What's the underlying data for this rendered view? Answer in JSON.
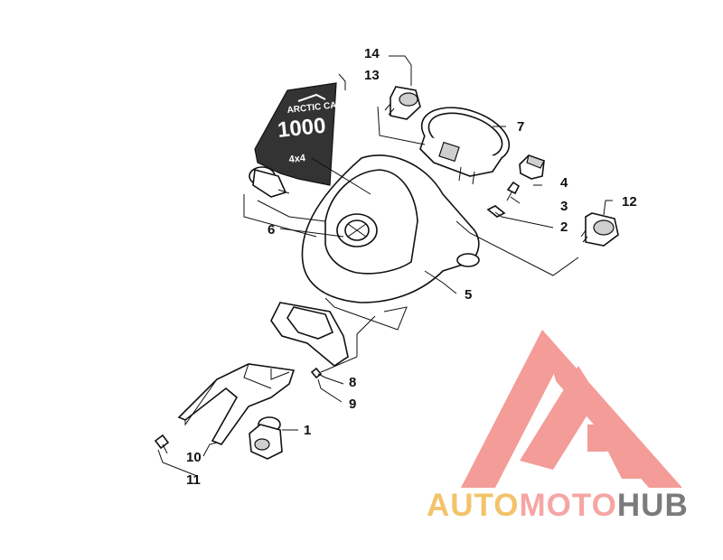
{
  "callouts": [
    {
      "id": "1",
      "label": "1"
    },
    {
      "id": "2",
      "label": "2"
    },
    {
      "id": "3",
      "label": "3"
    },
    {
      "id": "4",
      "label": "4"
    },
    {
      "id": "5",
      "label": "5"
    },
    {
      "id": "6",
      "label": "6"
    },
    {
      "id": "7",
      "label": "7"
    },
    {
      "id": "8",
      "label": "8"
    },
    {
      "id": "9",
      "label": "9"
    },
    {
      "id": "10",
      "label": "10"
    },
    {
      "id": "11",
      "label": "11"
    },
    {
      "id": "12",
      "label": "12"
    },
    {
      "id": "13",
      "label": "13"
    },
    {
      "id": "14",
      "label": "14"
    }
  ],
  "decal": {
    "brand": "ARCTIC CAT",
    "model": "1000",
    "badge": "4x4"
  },
  "watermark": {
    "part1": "AUTO",
    "part2": "MOTO",
    "part3": "HUB"
  },
  "colors": {
    "line": "#111111",
    "watermark_red": "#f28b87",
    "watermark_yellow": "#f3c36a",
    "watermark_gray": "#7b7b7b"
  }
}
